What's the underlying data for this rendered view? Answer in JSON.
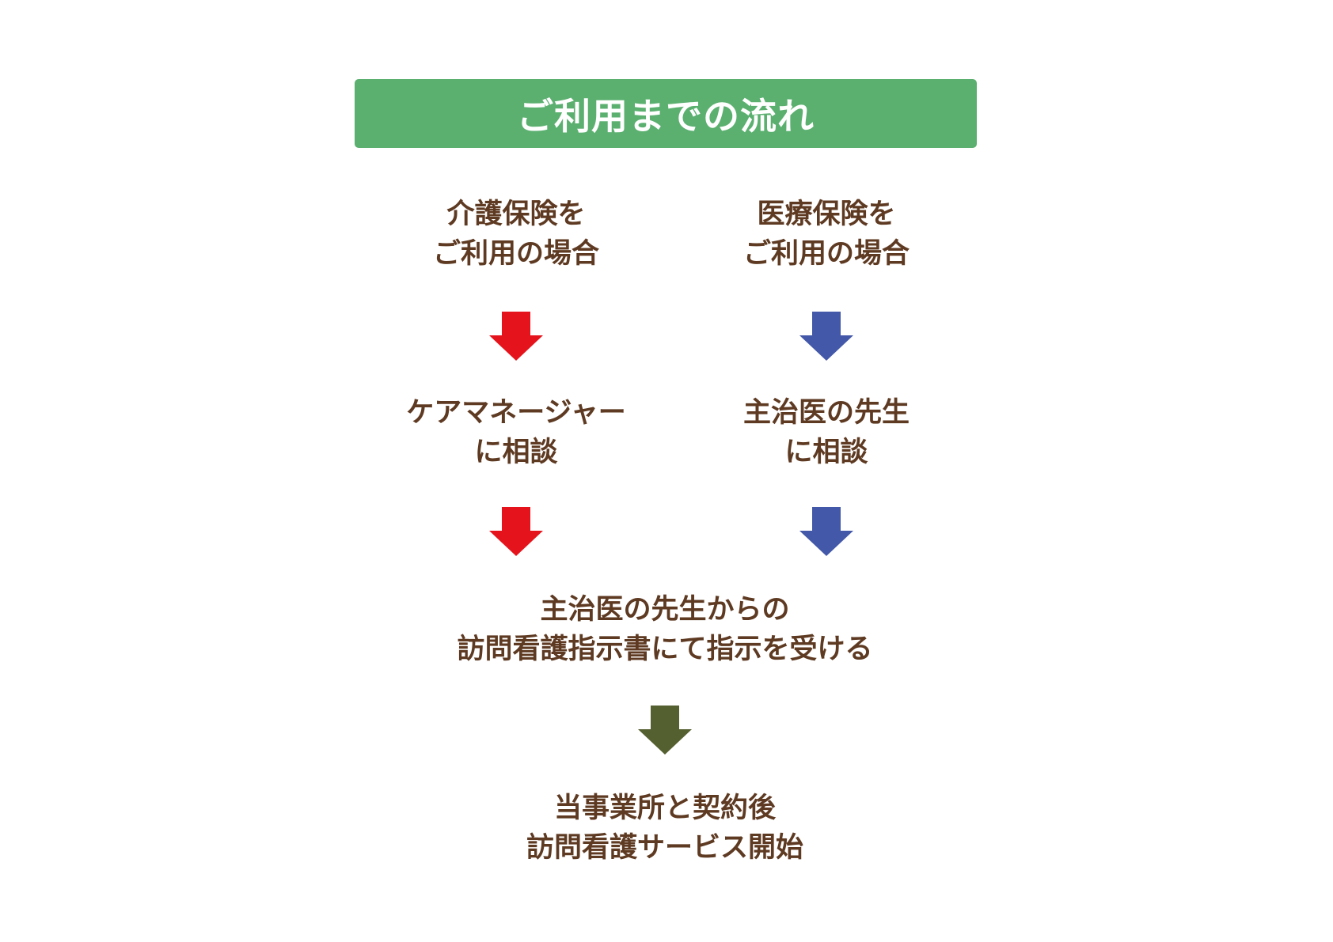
{
  "title": "ご利用までの流れ",
  "colors": {
    "banner": "#5bb070",
    "text": "#5e3a22",
    "care_arrow": "#e5141c",
    "medical_arrow": "#4358a8",
    "common_arrow": "#556030"
  },
  "left_column": {
    "step1": [
      "介護保険を",
      "ご利用の場合"
    ],
    "step2": [
      "ケアマネージャー",
      "に相談"
    ]
  },
  "right_column": {
    "step1": [
      "医療保険を",
      "ご利用の場合"
    ],
    "step2": [
      "主治医の先生",
      "に相談"
    ]
  },
  "common": {
    "step3": [
      "主治医の先生からの",
      "訪問看護指示書にて指示を受ける"
    ],
    "step4": [
      "当事業所と契約後",
      "訪問看護サービス開始"
    ]
  }
}
